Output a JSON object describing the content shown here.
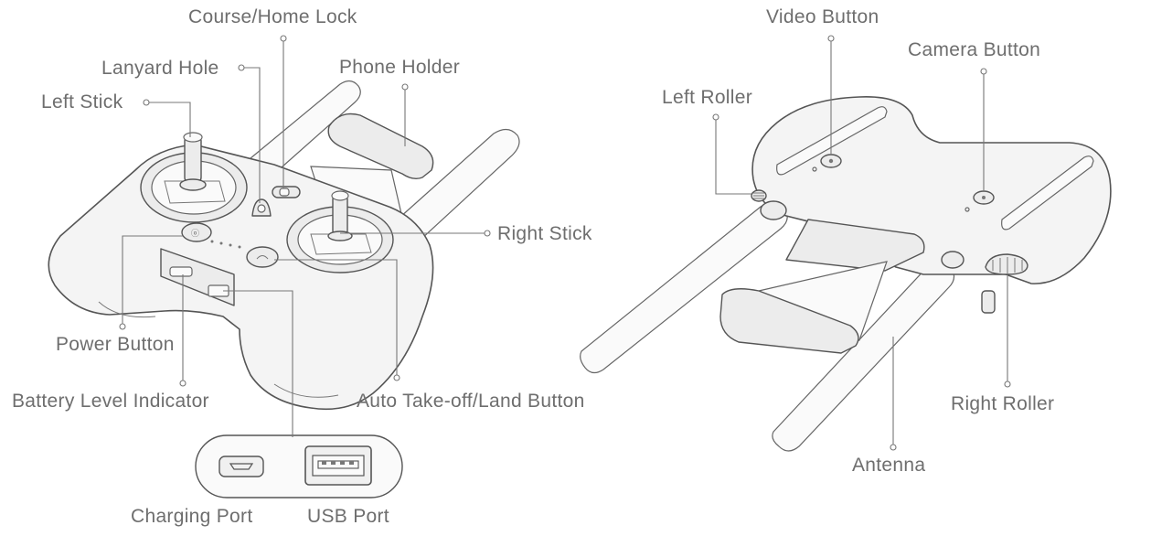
{
  "labels": {
    "course_home_lock": "Course/Home Lock",
    "lanyard_hole": "Lanyard Hole",
    "phone_holder": "Phone Holder",
    "left_stick": "Left Stick",
    "right_stick": "Right Stick",
    "power_button": "Power Button",
    "battery_level_indicator": "Battery Level Indicator",
    "auto_takeoff_land_button": "Auto Take-off/Land Button",
    "charging_port": "Charging Port",
    "usb_port": "USB Port",
    "video_button": "Video Button",
    "camera_button": "Camera Button",
    "left_roller": "Left Roller",
    "right_roller": "Right Roller",
    "antenna": "Antenna"
  }
}
